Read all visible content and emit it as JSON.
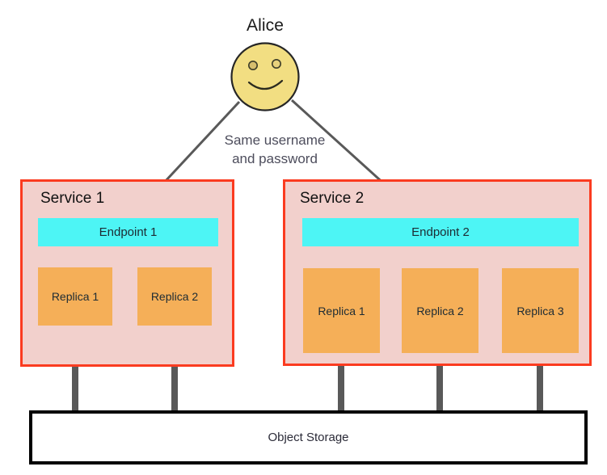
{
  "diagram": {
    "title_hidden": "",
    "actor": {
      "label": "Alice",
      "icon": "smiley-face-icon",
      "face_fill": "#F2DE82",
      "face_stroke": "#262626"
    },
    "edge_caption": {
      "line1": "Same username",
      "line2": "and password",
      "color": "#4d4d5c"
    },
    "arrows": [
      {
        "name": "alice-to-endpoint-1",
        "from": "Alice",
        "to": "Endpoint 1",
        "color": "#595959"
      },
      {
        "name": "alice-to-endpoint-2",
        "from": "Alice",
        "to": "Endpoint 2",
        "color": "#595959"
      }
    ],
    "services": [
      {
        "title": "Service 1",
        "border_color": "#FB3B20",
        "fill_color": "#F2D0CC",
        "endpoint": {
          "label": "Endpoint 1",
          "color": "#4DF5F5"
        },
        "replicas": [
          {
            "label": "Replica 1"
          },
          {
            "label": "Replica 2"
          }
        ],
        "replica_color": "#F5AF58"
      },
      {
        "title": "Service 2",
        "border_color": "#FB3B20",
        "fill_color": "#F2D0CC",
        "endpoint": {
          "label": "Endpoint 2",
          "color": "#4DF5F5"
        },
        "replicas": [
          {
            "label": "Replica 1"
          },
          {
            "label": "Replica 2"
          },
          {
            "label": "Replica 3"
          }
        ],
        "replica_color": "#F5AF58"
      }
    ],
    "storage": {
      "label": "Object Storage",
      "border_color": "#000000",
      "fill_color": "#ffffff"
    },
    "connector_color": "#595959"
  }
}
